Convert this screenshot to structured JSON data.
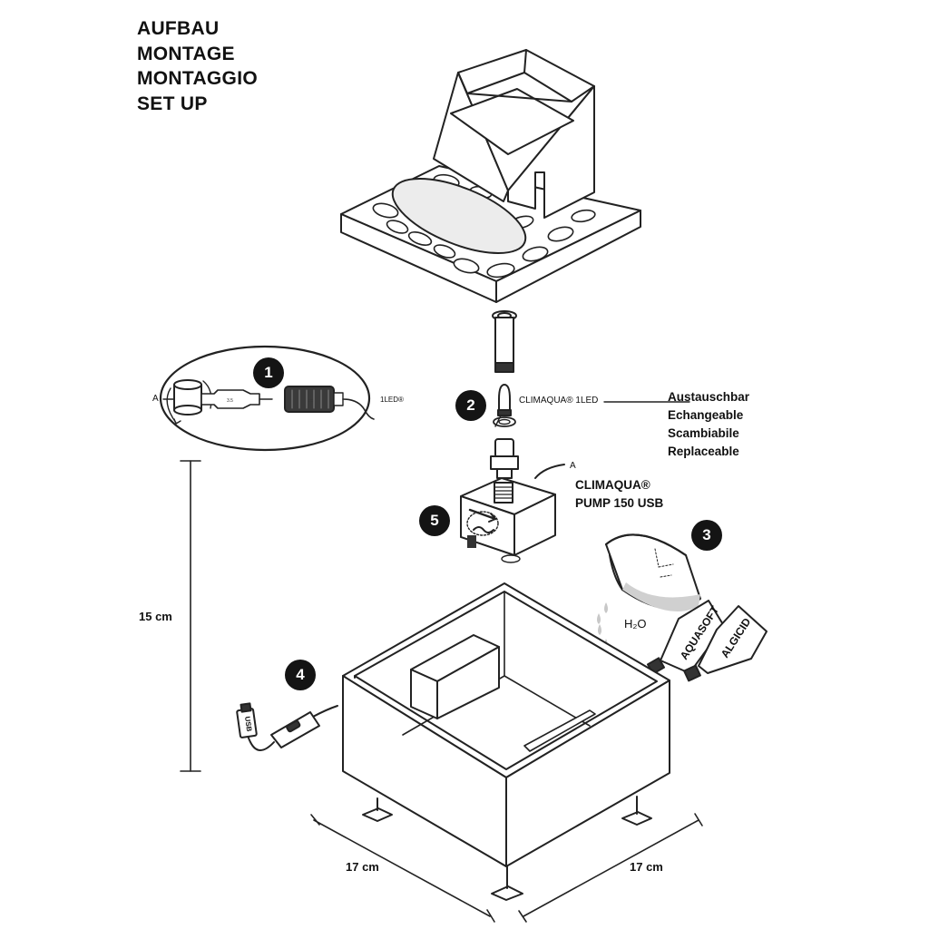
{
  "title": {
    "lines": [
      "AUFBAU",
      "MONTAGE",
      "MONTAGGIO",
      "SET UP"
    ]
  },
  "steps": {
    "s1": "1",
    "s2": "2",
    "s3": "3",
    "s4": "4",
    "s5": "5"
  },
  "detail_callout": {
    "label_a": "A",
    "label_led": "1LED®"
  },
  "led": {
    "name": "CLIMAQUA® 1LED",
    "replaceable": [
      "Austauschbar",
      "Echangeable",
      "Scambiabile",
      "Replaceable"
    ]
  },
  "pump": {
    "label_a": "A",
    "name_line1": "CLIMAQUA®",
    "name_line2": "PUMP 150 USB"
  },
  "water": {
    "label": "H₂O"
  },
  "bottles": {
    "aquasoft": "AQUASOFT",
    "algicid": "ALGICID"
  },
  "usb": {
    "label": "USB"
  },
  "dimensions": {
    "height": "15 cm",
    "width_left": "17 cm",
    "width_right": "17 cm"
  }
}
